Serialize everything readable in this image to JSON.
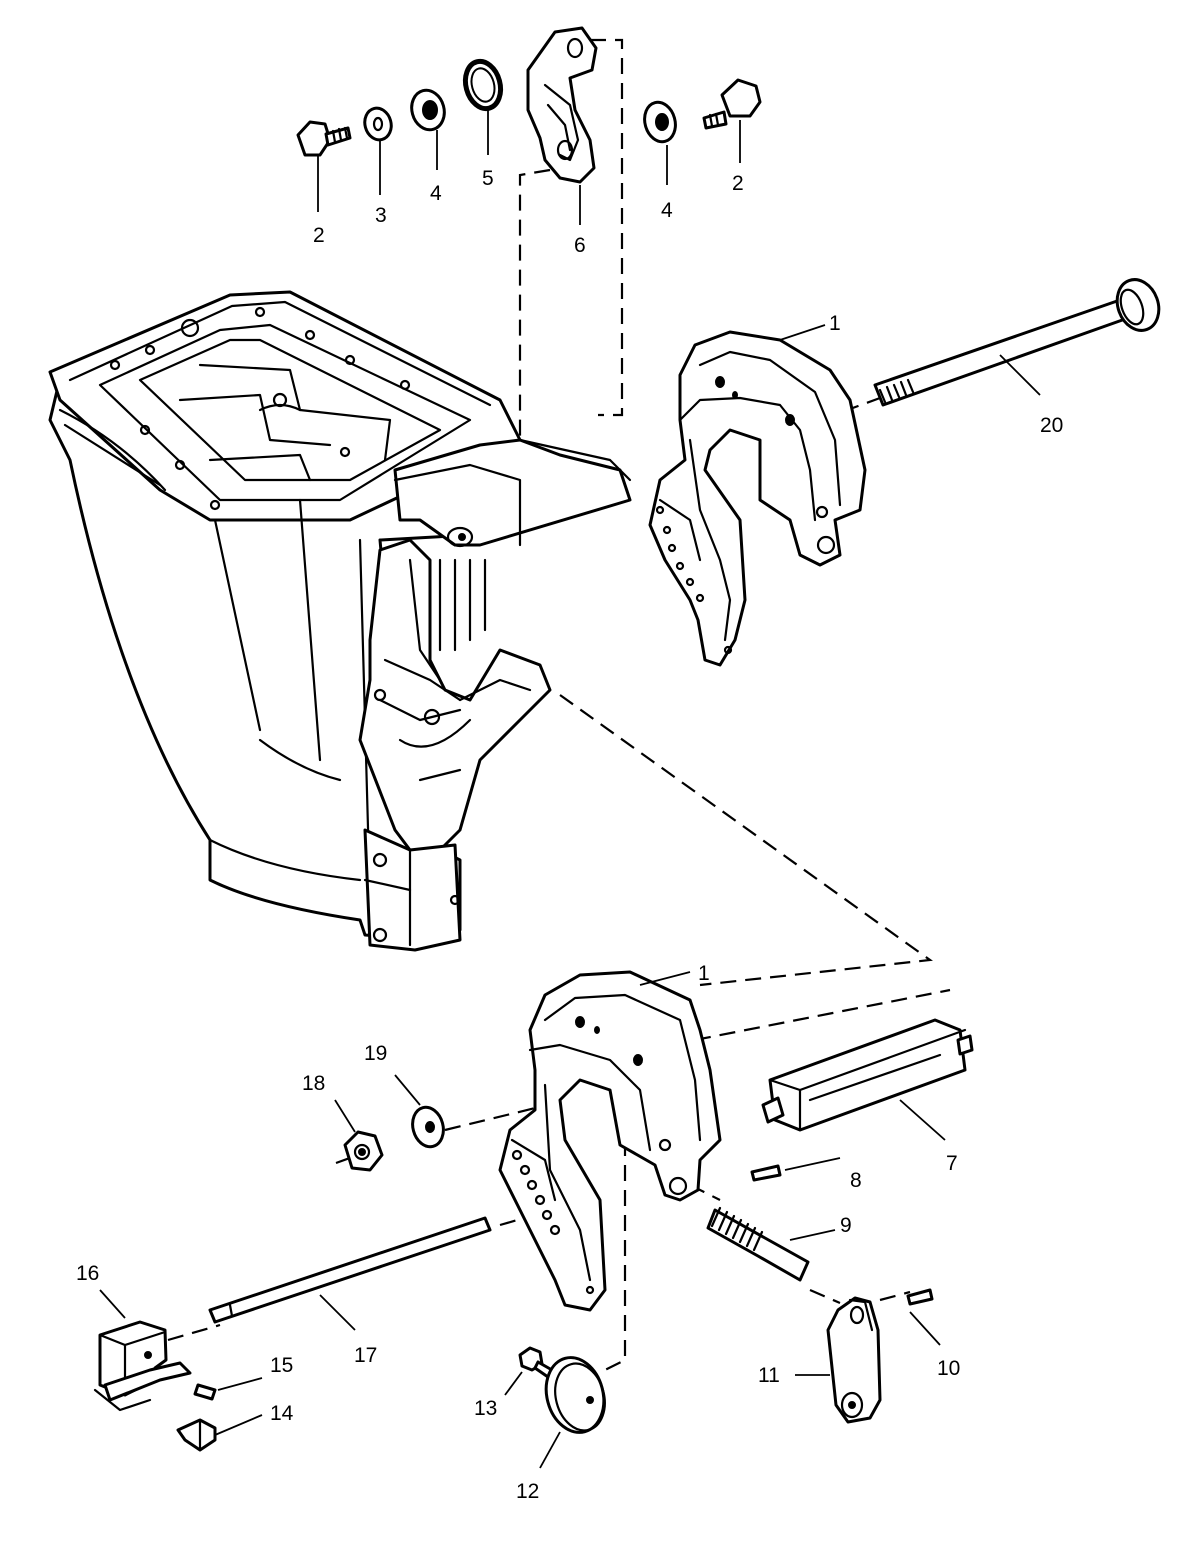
{
  "callouts": [
    {
      "id": "c2a",
      "label": "2"
    },
    {
      "id": "c3",
      "label": "3"
    },
    {
      "id": "c4a",
      "label": "4"
    },
    {
      "id": "c5",
      "label": "5"
    },
    {
      "id": "c6",
      "label": "6"
    },
    {
      "id": "c4b",
      "label": "4"
    },
    {
      "id": "c2b",
      "label": "2"
    },
    {
      "id": "c1a",
      "label": "1"
    },
    {
      "id": "c20",
      "label": "20"
    },
    {
      "id": "c1b",
      "label": "1"
    },
    {
      "id": "c19",
      "label": "19"
    },
    {
      "id": "c18",
      "label": "18"
    },
    {
      "id": "c7",
      "label": "7"
    },
    {
      "id": "c8",
      "label": "8"
    },
    {
      "id": "c9",
      "label": "9"
    },
    {
      "id": "c16",
      "label": "16"
    },
    {
      "id": "c17",
      "label": "17"
    },
    {
      "id": "c15",
      "label": "15"
    },
    {
      "id": "c14",
      "label": "14"
    },
    {
      "id": "c13",
      "label": "13"
    },
    {
      "id": "c12",
      "label": "12"
    },
    {
      "id": "c11",
      "label": "11"
    },
    {
      "id": "c10",
      "label": "10"
    }
  ]
}
